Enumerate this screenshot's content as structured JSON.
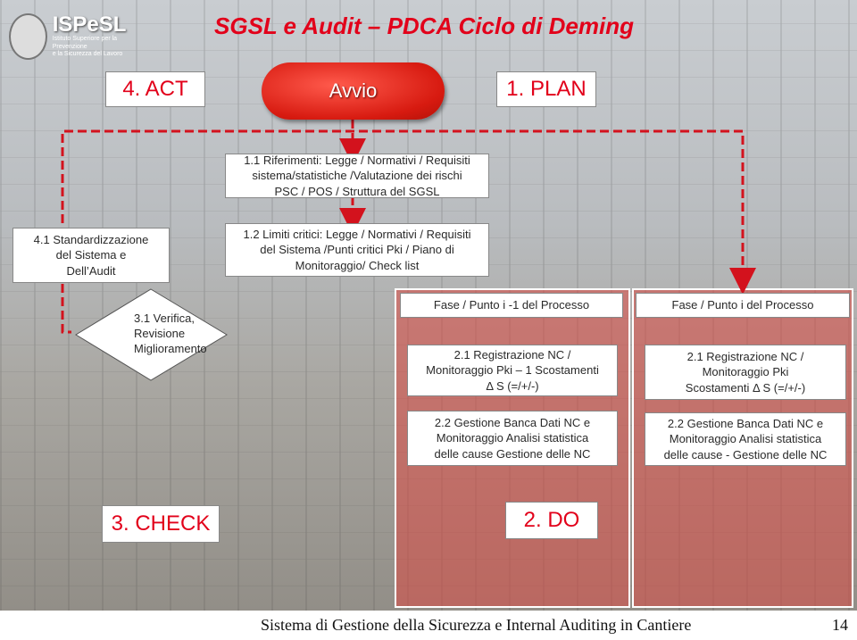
{
  "title": "SGSL e Audit – PDCA Ciclo di Deming",
  "logo": {
    "name": "ISPeSL",
    "subtitle_1": "Istituto Superiore per la Prevenzione",
    "subtitle_2": "e la Sicurezza del Lavoro"
  },
  "top_nodes": {
    "act": "4. ACT",
    "avvio": "Avvio",
    "plan": "1. PLAN"
  },
  "plan_steps": {
    "step_1_1": {
      "lines": [
        "1.1 Riferimenti: Legge / Normativi / Requisiti",
        "sistema/statistiche /Valutazione dei  rischi",
        "PSC / POS / Struttura del SGSL"
      ]
    },
    "step_1_2": {
      "lines": [
        "1.2 Limiti critici: Legge / Normativi / Requisiti",
        "del Sistema /Punti critici Pki / Piano di",
        "Monitoraggio/ Check list"
      ]
    }
  },
  "act_step": {
    "lines": [
      "4.1 Standardizzazione",
      "del Sistema e",
      "Dell’Audit"
    ]
  },
  "check_step": {
    "lines": [
      "3.1 Verifica,",
      "Revisione",
      "Miglioramento"
    ]
  },
  "do_columns": [
    {
      "header": "Fase / Punto  i -1 del Processo",
      "registrazione": [
        "2.1 Registrazione NC /",
        "Monitoraggio Pki – 1 Scostamenti",
        "Δ S  (=/+/-)"
      ],
      "gestione": [
        "2.2 Gestione Banca Dati  NC e",
        "Monitoraggio Analisi statistica",
        "delle cause Gestione delle NC"
      ]
    },
    {
      "header": "Fase / Punto i del Processo",
      "registrazione": [
        "2.1  Registrazione NC /",
        "Monitoraggio Pki",
        "Scostamenti Δ S  (=/+/-)"
      ],
      "gestione": [
        "2.2  Gestione Banca Dati  NC e",
        "Monitoraggio Analisi statistica",
        "delle cause - Gestione delle NC"
      ]
    }
  ],
  "bottom_nodes": {
    "check": "3. CHECK",
    "do": "2. DO"
  },
  "footer": {
    "text": "Sistema di Gestione della Sicurezza e Internal Auditing in Cantiere",
    "page": "14"
  },
  "colors": {
    "accent_red": "#e2001a",
    "dashed_line": "#d3121d",
    "pink_panel": "#db4842"
  }
}
